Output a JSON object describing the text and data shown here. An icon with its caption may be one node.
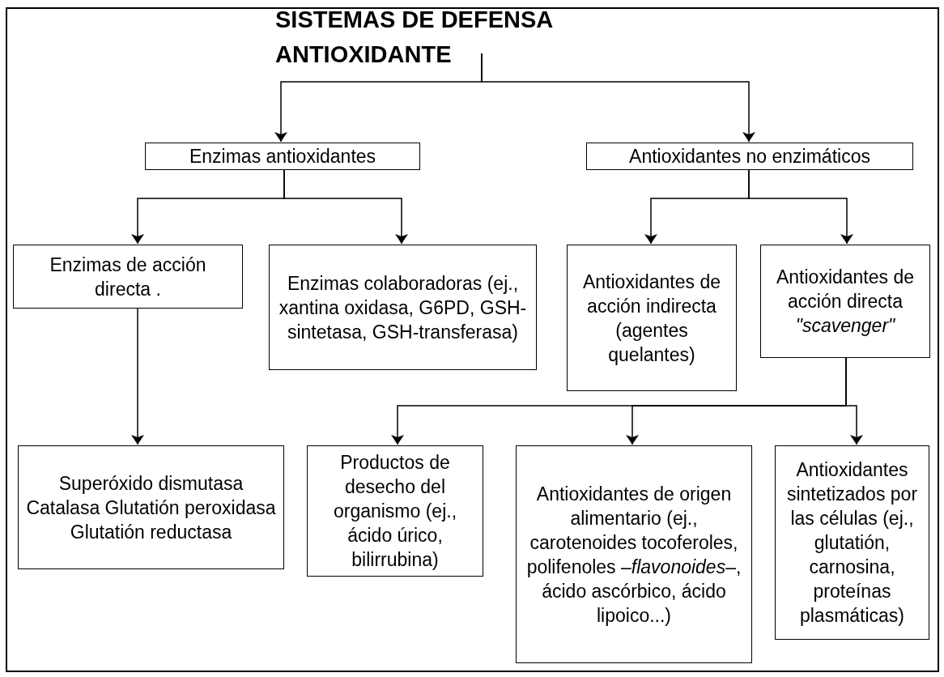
{
  "diagram": {
    "nodes": [
      {
        "text": [
          "SISTEMAS DE DEFENSA ANTIOXIDANTE"
        ]
      },
      {
        "text": [
          "Enzimas antioxidantes"
        ]
      },
      {
        "text": [
          "Antioxidantes no enzimáticos"
        ]
      },
      {
        "text": [
          "Enzimas de acción directa ."
        ]
      },
      {
        "text": [
          "Enzimas colaboradoras (ej., xantina oxidasa, G6PD, GSH-sintetasa, GSH-transferasa)"
        ]
      },
      {
        "text": [
          "Antioxidantes de acción indirecta (agentes quelantes)"
        ]
      },
      {
        "text": [
          "Antioxidantes de acción directa *\"scavenger\"*"
        ]
      },
      {
        "text": [
          "Superóxido dismutasa Catalasa Glutatión peroxidasa Glutatión reductasa"
        ]
      },
      {
        "text": [
          "Productos de desecho del organismo (ej., ácido úrico, bilirrubina)"
        ]
      },
      {
        "text": [
          "Antioxidantes de origen alimentario (ej., carotenoides tocoferoles, polifenoles –*flavonoides*–, ácido ascórbico, ácido lipoico...)"
        ]
      },
      {
        "text": [
          "Antioxidantes sintetizados por las células (ej., glutatión, carnosina, proteínas plasmáticas)"
        ]
      }
    ],
    "edges": [
      {
        "from": 0,
        "to": 1,
        "arrow": "to"
      },
      {
        "from": 0,
        "to": 2,
        "arrow": "to"
      },
      {
        "from": 1,
        "to": 3,
        "arrow": "to"
      },
      {
        "from": 1,
        "to": 4,
        "arrow": "to"
      },
      {
        "from": 2,
        "to": 5,
        "arrow": "to"
      },
      {
        "from": 2,
        "to": 6,
        "arrow": "to"
      },
      {
        "from": 3,
        "to": 7,
        "arrow": "to"
      },
      {
        "from": 6,
        "to": 8,
        "arrow": "to"
      },
      {
        "from": 6,
        "to": 9,
        "arrow": "to"
      },
      {
        "from": 6,
        "to": 10,
        "arrow": "to"
      }
    ]
  }
}
